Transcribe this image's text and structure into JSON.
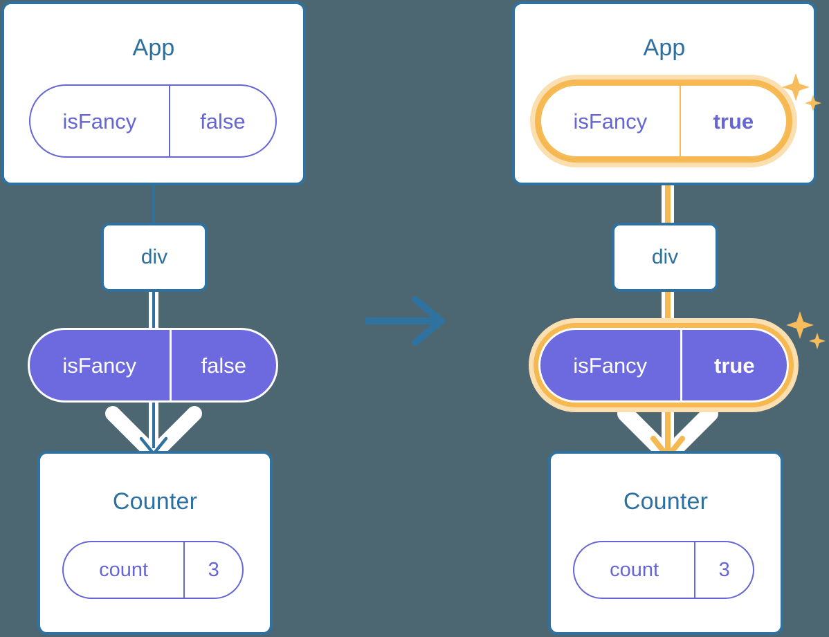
{
  "background_color": "#4c6771",
  "accent_colors": {
    "box_border_blue": "#2f72a0",
    "title_blue": "#2d6f9e",
    "pill_purple": "#6565d4",
    "pill_fill_purple": "#6c6ade",
    "highlight_orange": "#f6b951",
    "highlight_glow": "#fbdfb0",
    "wire_blue": "#2f72a0",
    "white": "#ffffff"
  },
  "transition_arrow": {
    "icon": "arrow-right-icon",
    "color": "#2f72a0"
  },
  "panels": [
    {
      "id": "before",
      "app": {
        "title": "App",
        "pill": {
          "key": "isFancy",
          "value": "false",
          "highlighted": false,
          "bold_value": false
        }
      },
      "div": {
        "label": "div"
      },
      "state": {
        "pill": {
          "key": "isFancy",
          "value": "false",
          "highlighted": false,
          "bold_value": false
        }
      },
      "counter": {
        "title": "Counter",
        "pill": {
          "key": "count",
          "value": "3",
          "highlighted": false,
          "bold_value": false
        }
      },
      "wire_color": "#2f72a0",
      "sparkles": false
    },
    {
      "id": "after",
      "app": {
        "title": "App",
        "pill": {
          "key": "isFancy",
          "value": "true",
          "highlighted": true,
          "bold_value": true
        }
      },
      "div": {
        "label": "div"
      },
      "state": {
        "pill": {
          "key": "isFancy",
          "value": "true",
          "highlighted": true,
          "bold_value": true
        }
      },
      "counter": {
        "title": "Counter",
        "pill": {
          "key": "count",
          "value": "3",
          "highlighted": false,
          "bold_value": false
        }
      },
      "wire_color": "#f6b951",
      "sparkles": true
    }
  ]
}
